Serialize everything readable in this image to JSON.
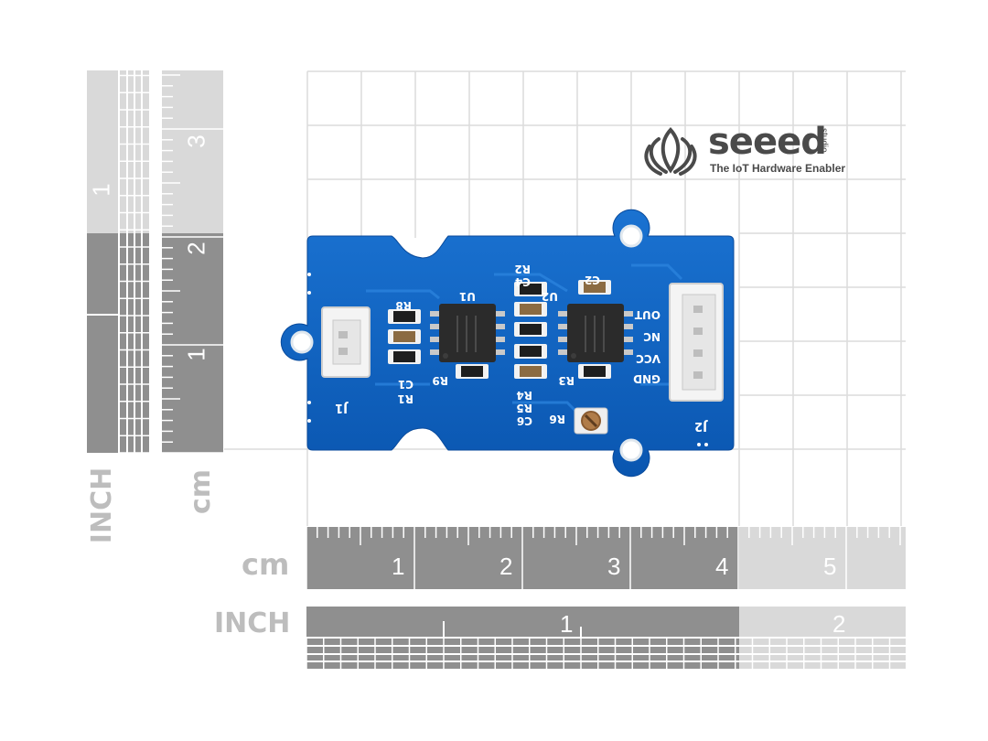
{
  "brand": {
    "name": "seeed",
    "tagline": "The IoT Hardware Enabler",
    "suffix": "studio"
  },
  "units": {
    "inch_vertical": "INCH",
    "cm_vertical": "cm",
    "cm_horizontal": "cm",
    "inch_horizontal": "INCH"
  },
  "ruler_numbers": {
    "cm_horizontal": [
      "1",
      "2",
      "3",
      "4",
      "5"
    ],
    "inch_horizontal": [
      "1",
      "2"
    ],
    "cm_vertical": [
      "1",
      "2",
      "3"
    ],
    "inch_vertical": [
      "1"
    ]
  },
  "board_labels": {
    "j1": "J1",
    "j2": "J2",
    "u1": "U1",
    "u2": "U2",
    "r1": "R1",
    "r2": "R2",
    "r3": "R3",
    "r4": "R4",
    "r5": "R5",
    "r6": "R6",
    "r8": "R8",
    "r9": "R9",
    "c1": "C1",
    "c2": "C2",
    "c4": "C4",
    "c6": "C6",
    "out": "OUT",
    "nc": "NC",
    "vcc": "VCC",
    "gnd": "GND"
  },
  "colors": {
    "pcb_blue": "#0d62c2",
    "ruler_dark": "#8e8e8e",
    "ruler_light": "#d7d7d7",
    "grid": "#dcdcdc",
    "logo": "#4a4a4a"
  }
}
